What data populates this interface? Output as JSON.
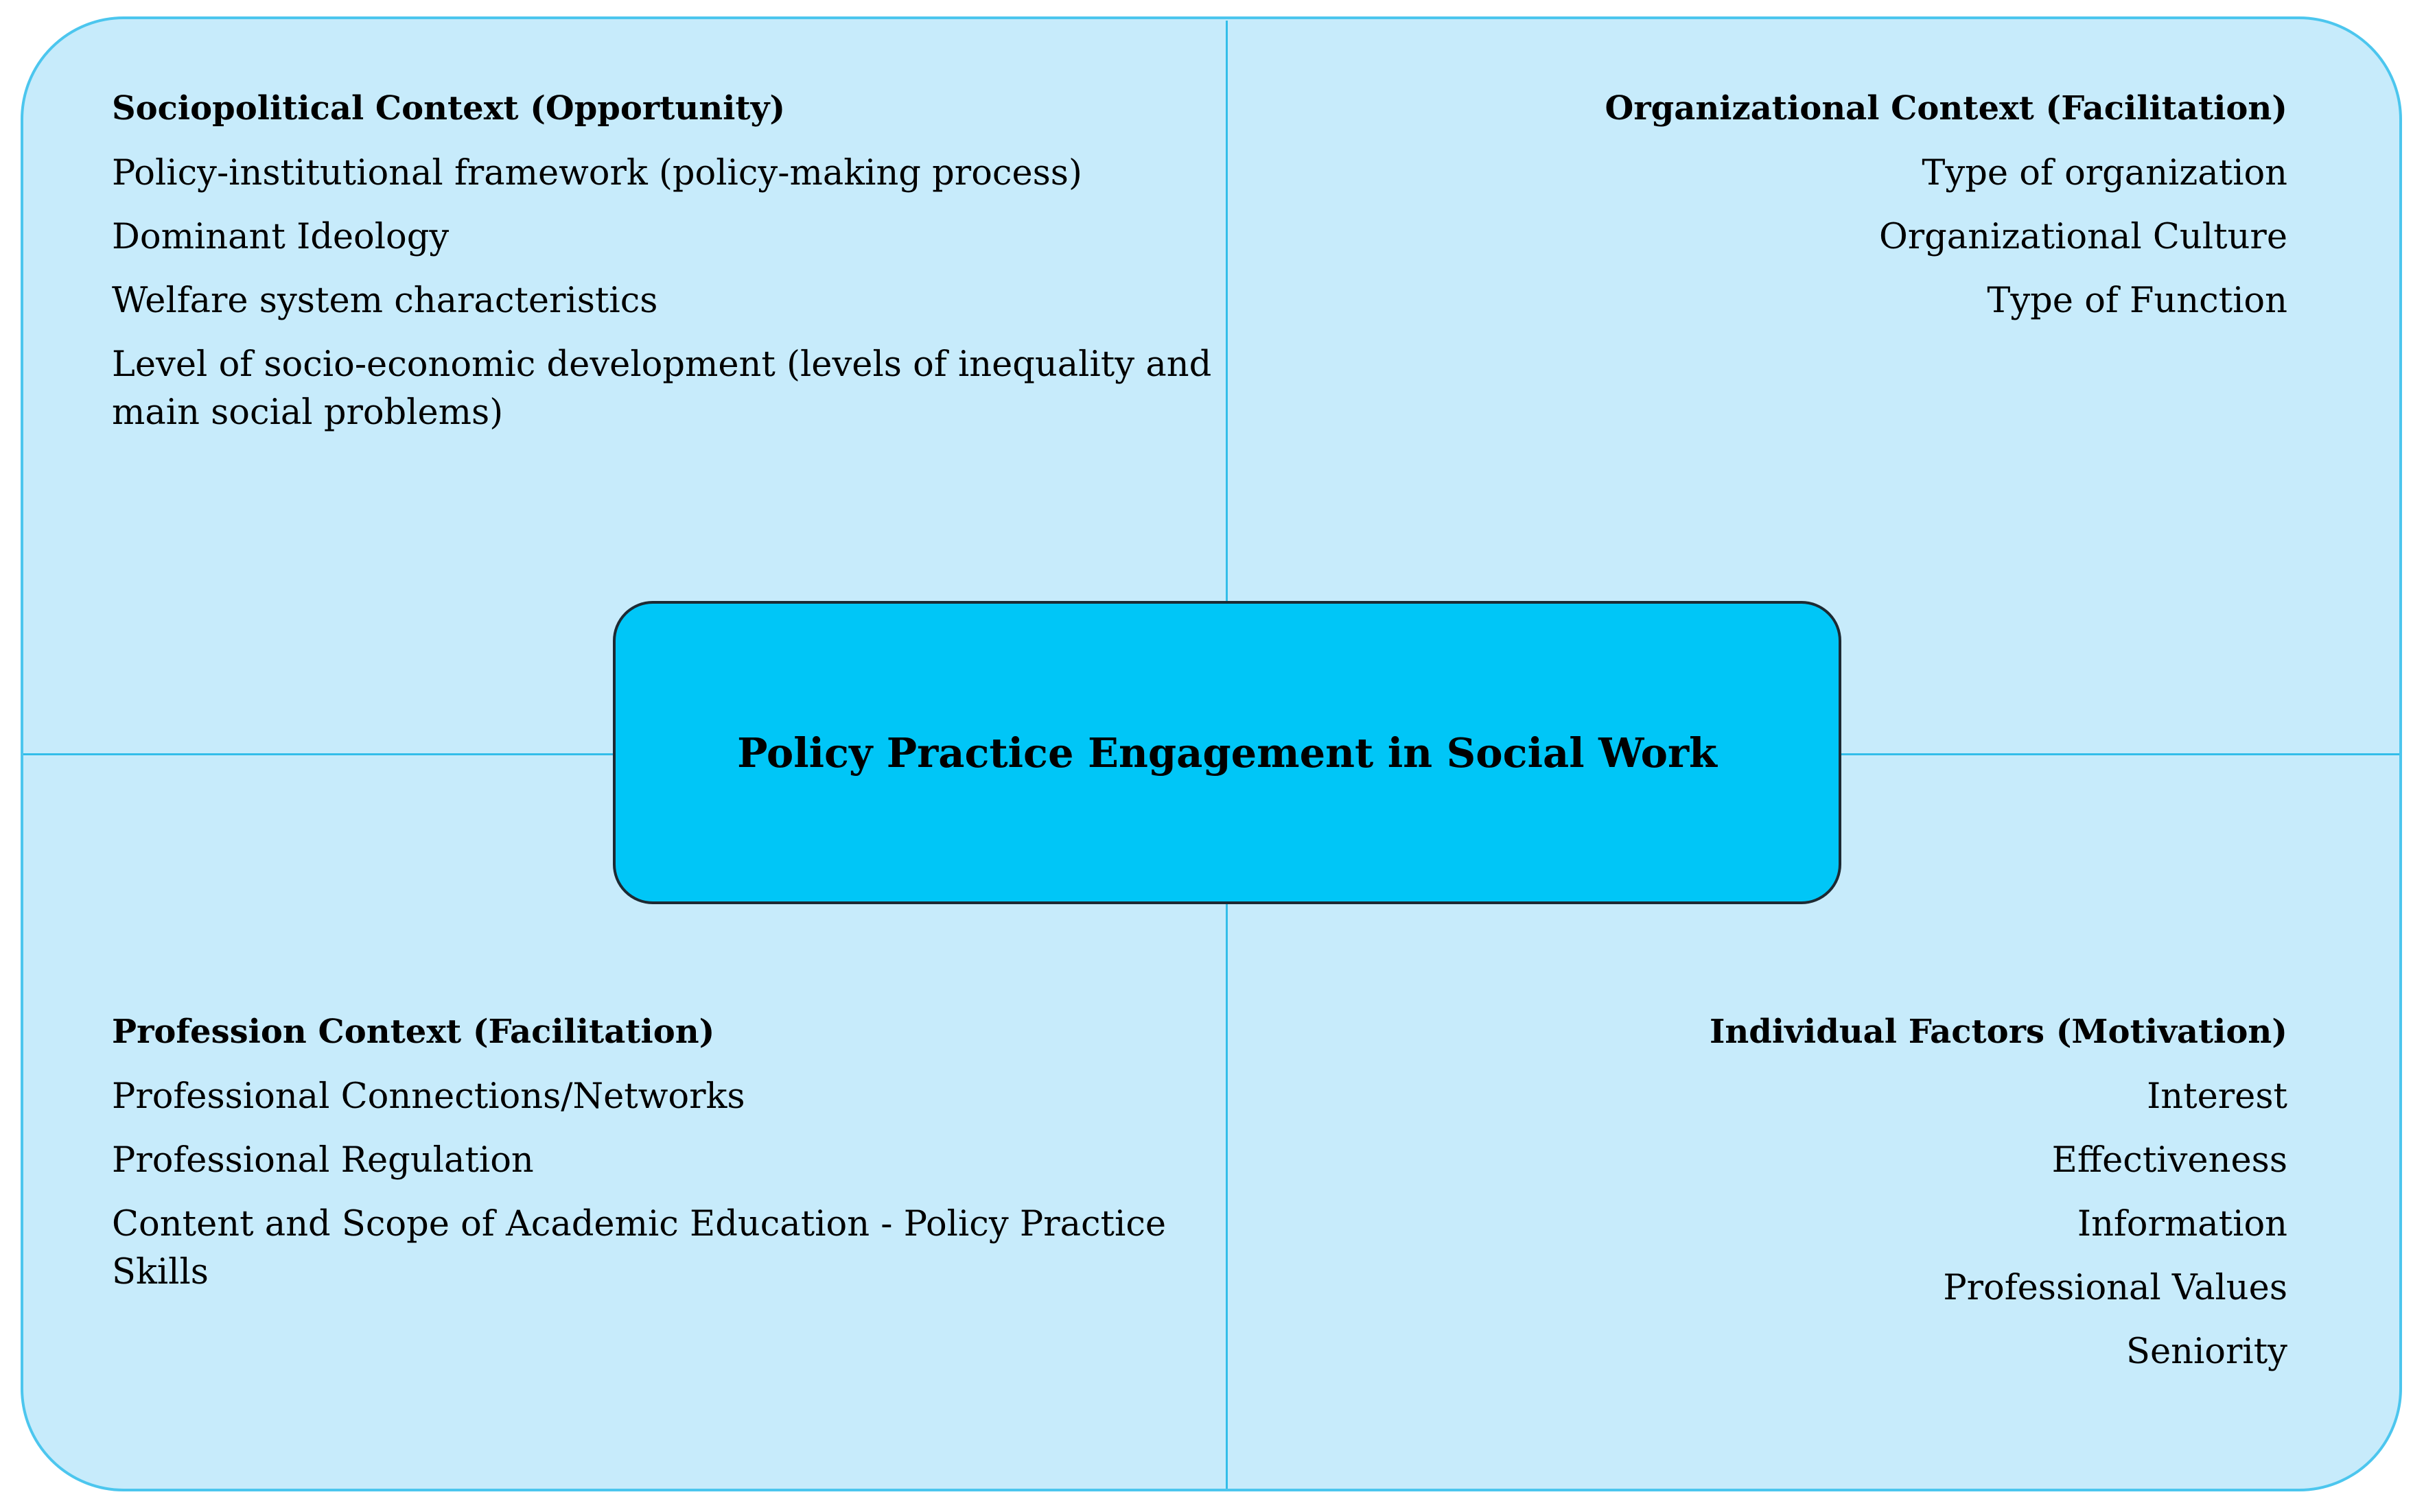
{
  "center": {
    "title": "Policy Practice Engagement in Social Work"
  },
  "quadrants": {
    "top_left": {
      "heading": "Sociopolitical Context (Opportunity)",
      "items": [
        "Policy-institutional framework (policy-making process)",
        "Dominant Ideology",
        "Welfare system characteristics",
        "Level of socio-economic development (levels of inequality and main social problems)"
      ]
    },
    "top_right": {
      "heading": "Organizational Context (Facilitation)",
      "items": [
        "Type of organization",
        "Organizational Culture",
        "Type of Function"
      ]
    },
    "bottom_left": {
      "heading": "Profession Context (Facilitation)",
      "items": [
        "Professional Connections/Networks",
        "Professional Regulation",
        "Content and Scope of Academic Education - Policy Practice Skills"
      ]
    },
    "bottom_right": {
      "heading": "Individual Factors (Motivation)",
      "items": [
        "Interest",
        "Effectiveness",
        "Information",
        "Professional Values",
        "Seniority"
      ]
    }
  },
  "colors": {
    "frame_fill": "#c7ebfb",
    "frame_border": "#4cc6ee",
    "divider": "#33bde9",
    "center_fill": "#00c6f7",
    "center_border": "#1d2a33"
  }
}
